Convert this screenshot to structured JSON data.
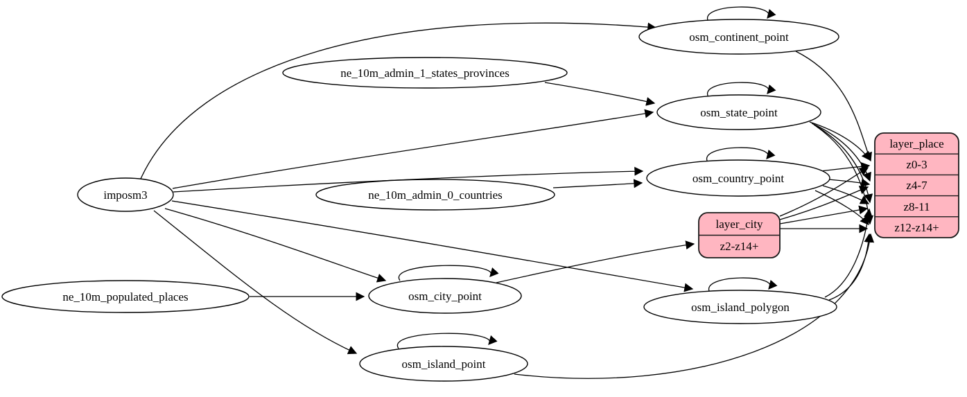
{
  "diagram": {
    "background": "#ffffff",
    "ellipse_fill": "#ffffff",
    "record_fill": "#ffb6c1",
    "stroke_color": "#000000"
  },
  "nodes": {
    "imposm3": {
      "label": "imposm3",
      "shape": "ellipse"
    },
    "ne_10m_admin_1_states_provinces": {
      "label": "ne_10m_admin_1_states_provinces",
      "shape": "ellipse"
    },
    "ne_10m_admin_0_countries": {
      "label": "ne_10m_admin_0_countries",
      "shape": "ellipse"
    },
    "ne_10m_populated_places": {
      "label": "ne_10m_populated_places",
      "shape": "ellipse"
    },
    "osm_continent_point": {
      "label": "osm_continent_point",
      "shape": "ellipse",
      "self_loop": true
    },
    "osm_state_point": {
      "label": "osm_state_point",
      "shape": "ellipse",
      "self_loop": true
    },
    "osm_country_point": {
      "label": "osm_country_point",
      "shape": "ellipse",
      "self_loop": true
    },
    "osm_city_point": {
      "label": "osm_city_point",
      "shape": "ellipse",
      "self_loop": true
    },
    "osm_island_polygon": {
      "label": "osm_island_polygon",
      "shape": "ellipse",
      "self_loop": true
    },
    "osm_island_point": {
      "label": "osm_island_point",
      "shape": "ellipse",
      "self_loop": true
    },
    "layer_city": {
      "label": "layer_city",
      "shape": "record",
      "rows": [
        "z2-z14+"
      ]
    },
    "layer_place": {
      "label": "layer_place",
      "shape": "record",
      "rows": [
        "z0-3",
        "z4-7",
        "z8-11",
        "z12-z14+"
      ]
    }
  },
  "edges": [
    {
      "from": "imposm3",
      "to": "osm_continent_point"
    },
    {
      "from": "imposm3",
      "to": "osm_state_point"
    },
    {
      "from": "imposm3",
      "to": "osm_country_point"
    },
    {
      "from": "imposm3",
      "to": "osm_city_point"
    },
    {
      "from": "imposm3",
      "to": "osm_island_polygon"
    },
    {
      "from": "imposm3",
      "to": "osm_island_point"
    },
    {
      "from": "ne_10m_admin_1_states_provinces",
      "to": "osm_state_point"
    },
    {
      "from": "ne_10m_admin_0_countries",
      "to": "osm_country_point"
    },
    {
      "from": "ne_10m_populated_places",
      "to": "osm_city_point"
    },
    {
      "from": "osm_continent_point",
      "to": "osm_continent_point"
    },
    {
      "from": "osm_state_point",
      "to": "osm_state_point"
    },
    {
      "from": "osm_country_point",
      "to": "osm_country_point"
    },
    {
      "from": "osm_city_point",
      "to": "osm_city_point"
    },
    {
      "from": "osm_island_polygon",
      "to": "osm_island_polygon"
    },
    {
      "from": "osm_island_point",
      "to": "osm_island_point"
    },
    {
      "from": "osm_continent_point",
      "to": "layer_place:z0-3"
    },
    {
      "from": "osm_state_point",
      "to": "layer_place:z0-3"
    },
    {
      "from": "osm_state_point",
      "to": "layer_place:z4-7"
    },
    {
      "from": "osm_state_point",
      "to": "layer_place:z8-11"
    },
    {
      "from": "osm_state_point",
      "to": "layer_place:z12-z14+"
    },
    {
      "from": "osm_country_point",
      "to": "layer_place:z0-3"
    },
    {
      "from": "osm_country_point",
      "to": "layer_place:z4-7"
    },
    {
      "from": "osm_country_point",
      "to": "layer_place:z8-11"
    },
    {
      "from": "osm_country_point",
      "to": "layer_place:z12-z14+"
    },
    {
      "from": "osm_city_point",
      "to": "layer_city:z2-z14+"
    },
    {
      "from": "osm_island_polygon",
      "to": "layer_place:z8-11"
    },
    {
      "from": "osm_island_polygon",
      "to": "layer_place:z12-z14+"
    },
    {
      "from": "osm_island_point",
      "to": "layer_place:z12-z14+"
    },
    {
      "from": "layer_city",
      "to": "layer_place:z0-3"
    },
    {
      "from": "layer_city",
      "to": "layer_place:z4-7"
    },
    {
      "from": "layer_city",
      "to": "layer_place:z8-11"
    },
    {
      "from": "layer_city",
      "to": "layer_place:z12-z14+"
    }
  ]
}
